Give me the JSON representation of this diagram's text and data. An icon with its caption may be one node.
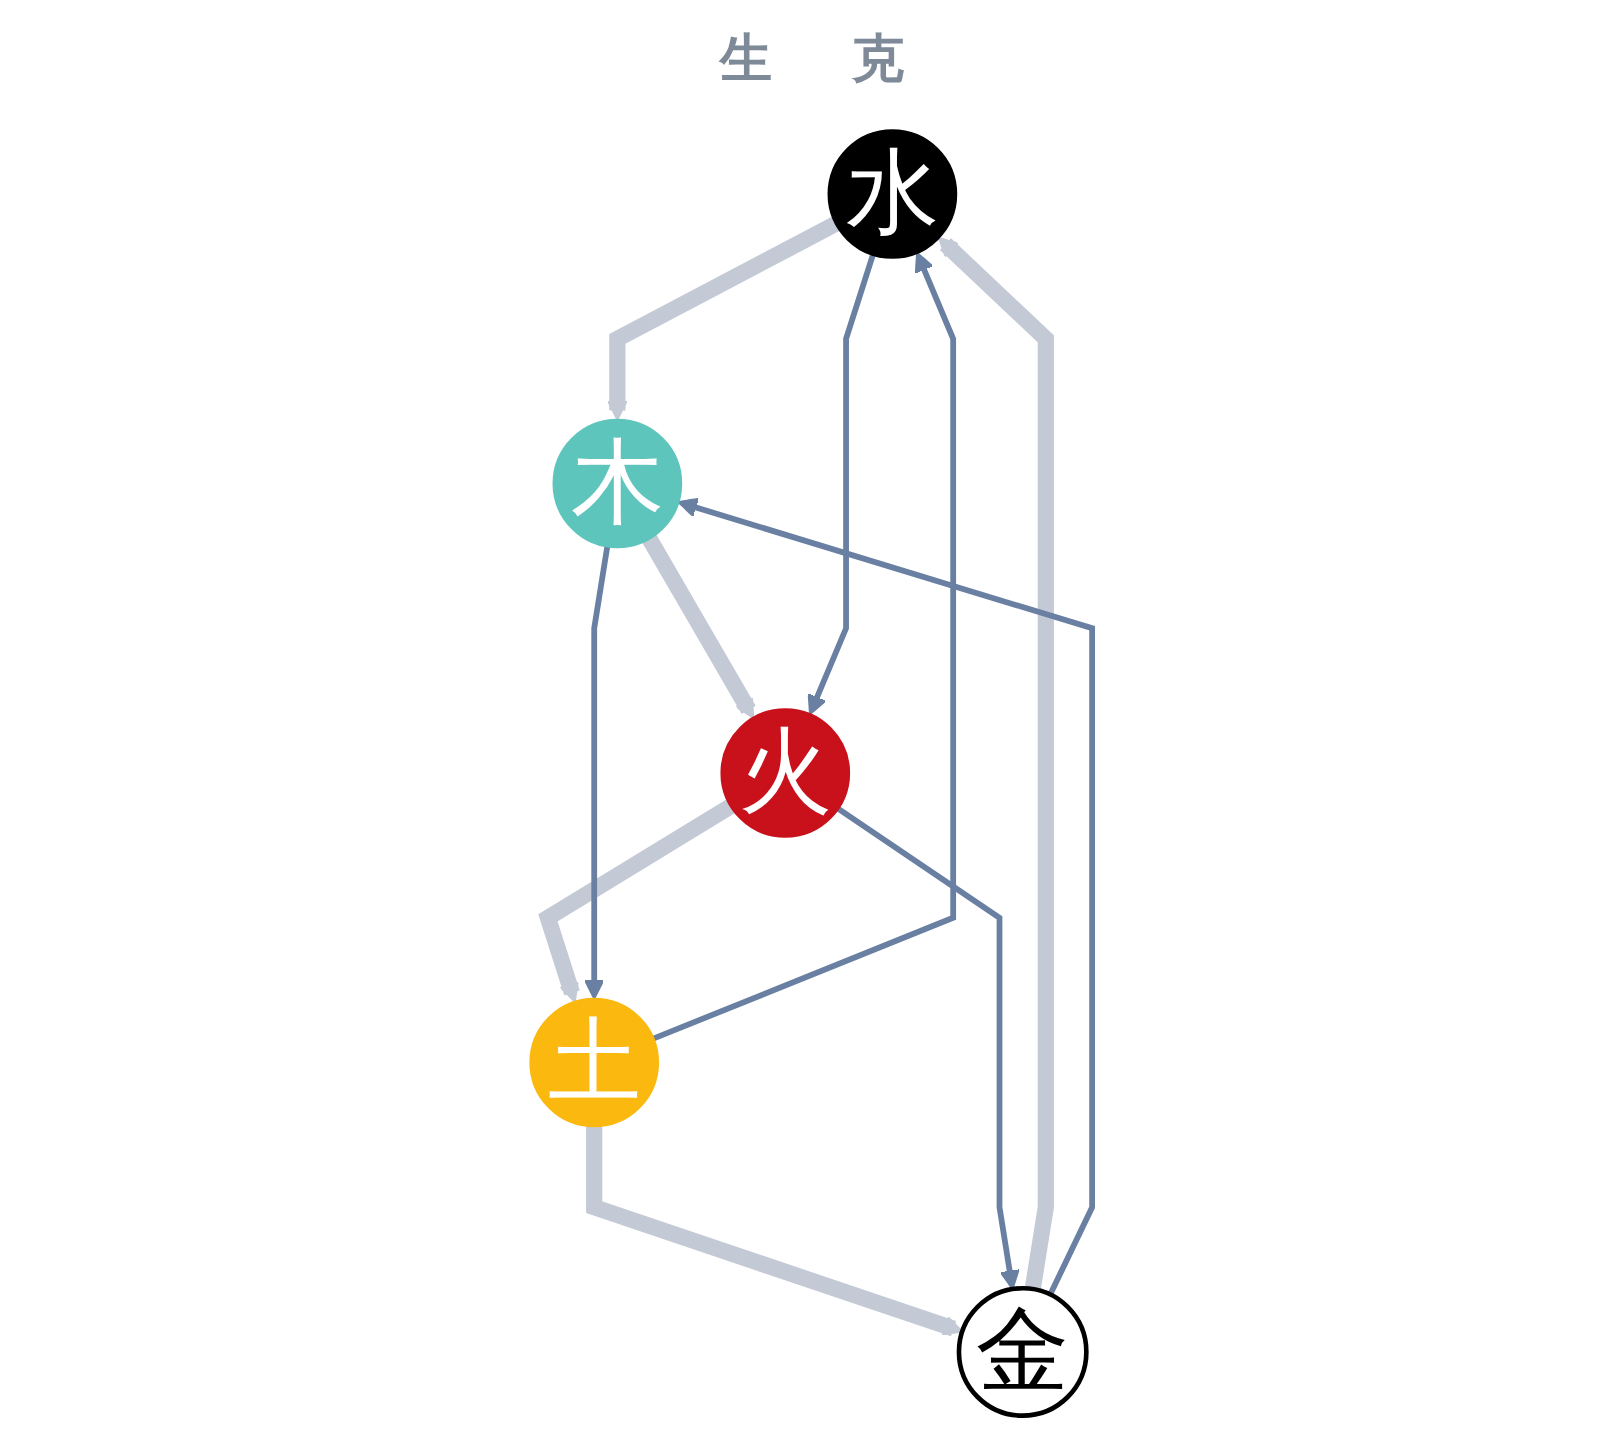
{
  "diagram": {
    "nodes": [
      {
        "text": [
          "水"
        ]
      },
      {
        "text": [
          "木"
        ]
      },
      {
        "text": [
          "火"
        ]
      },
      {
        "text": [
          "土"
        ]
      },
      {
        "text": [
          "金"
        ]
      }
    ],
    "edges": [
      {
        "from": 0,
        "to": 1,
        "arrow": "to",
        "style": "thick",
        "color": "#c3cad6"
      },
      {
        "from": 1,
        "to": 2,
        "arrow": "to",
        "style": "thick",
        "color": "#c3cad6"
      },
      {
        "from": 2,
        "to": 3,
        "arrow": "to",
        "style": "thick",
        "color": "#c3cad6"
      },
      {
        "from": 3,
        "to": 4,
        "arrow": "to",
        "style": "thick",
        "color": "#c3cad6"
      },
      {
        "from": 4,
        "to": 0,
        "arrow": "to",
        "style": "thick",
        "color": "#c3cad6"
      },
      {
        "from": 0,
        "to": 2,
        "arrow": "to",
        "color": "#6a80a3"
      },
      {
        "from": 2,
        "to": 4,
        "arrow": "to",
        "color": "#6a80a3"
      },
      {
        "from": 4,
        "to": 1,
        "arrow": "to",
        "color": "#6a80a3"
      },
      {
        "from": 1,
        "to": 3,
        "arrow": "to",
        "color": "#6a80a3"
      },
      {
        "from": 3,
        "to": 0,
        "arrow": "to",
        "color": "#6a80a3"
      }
    ],
    "labels": [
      "生",
      "克"
    ]
  }
}
